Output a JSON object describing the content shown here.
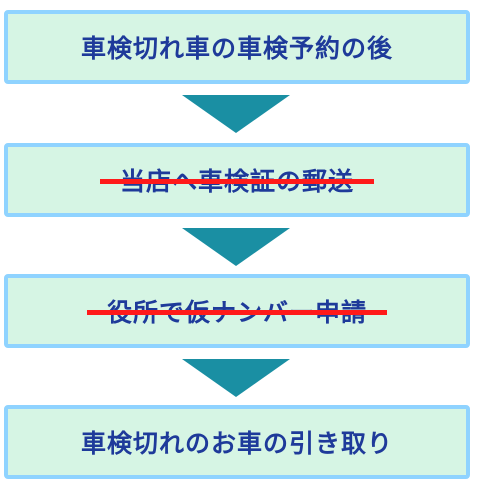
{
  "steps": [
    {
      "label": "車検切れ車の車検予約の後",
      "struck": false
    },
    {
      "label": "当店へ車検証の郵送",
      "struck": true
    },
    {
      "label": "役所で仮ナンバー申請",
      "struck": true
    },
    {
      "label": "車検切れのお車の引き取り",
      "struck": false
    }
  ],
  "colors": {
    "box_fill": "#d6f5e4",
    "box_border": "#8fd3ff",
    "text": "#1e3a9a",
    "arrow": "#1a8fa3",
    "strike": "#ff1a1a"
  }
}
